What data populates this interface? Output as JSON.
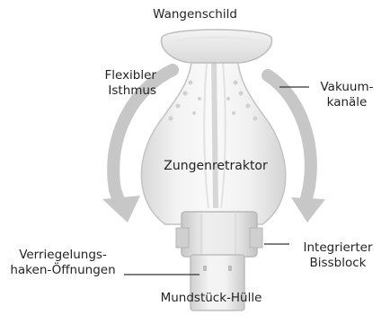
{
  "labels": {
    "wangenschild": "Wangenschild",
    "isthmus": [
      "Flexibler",
      "Isthmus"
    ],
    "vakuum": [
      "Vakuum-",
      "kanäle"
    ],
    "zungenretraktor": "Zungenretraktor",
    "bissblock": [
      "Integrierter",
      "Bissblock"
    ],
    "verriegelung": [
      "Verriegelungs-",
      "haken-Öffnungen"
    ],
    "huelle": "Mundstück-Hülle"
  }
}
